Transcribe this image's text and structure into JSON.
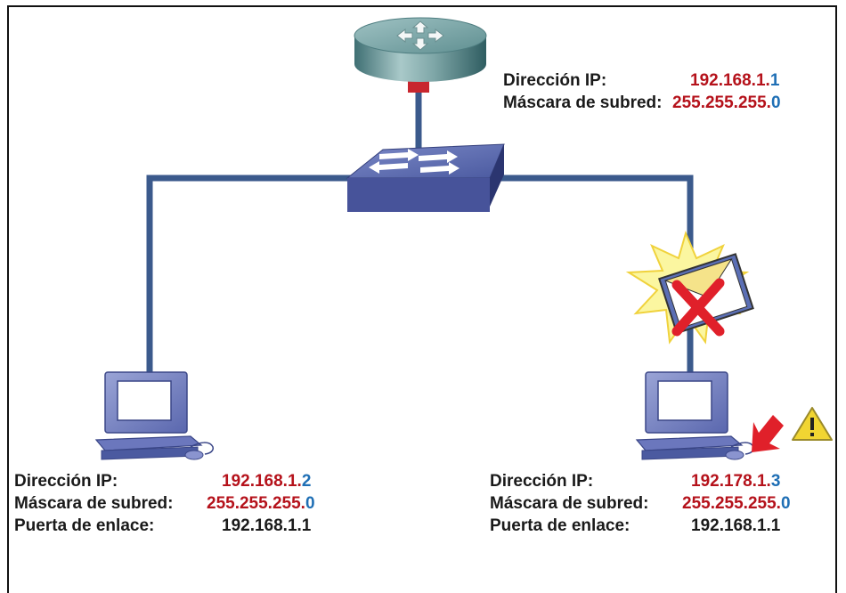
{
  "colors": {
    "cable": "#3b5a8c",
    "net_part": "#b5121b",
    "host_part": "#1f6fb5",
    "error_x": "#e0202a",
    "warning_yellow": "#f1d532"
  },
  "router": {
    "icon": "router-icon",
    "ip_label": "Dirección IP:",
    "ip_net": "192.168.1.",
    "ip_host": "1",
    "mask_label": "Máscara de subred:",
    "mask_net": "255.255.255.",
    "mask_host": "0"
  },
  "switch": {
    "icon": "switch-icon"
  },
  "pc_left": {
    "icon": "computer-icon",
    "ip_label": "Dirección IP:",
    "ip_net": "192.168.1.",
    "ip_host": "2",
    "mask_label": "Máscara de subred:",
    "mask_net": "255.255.255.",
    "mask_host": "0",
    "gw_label": "Puerta de enlace:",
    "gw_value": "192.168.1.1"
  },
  "pc_right": {
    "icon": "computer-icon",
    "ip_label": "Dirección IP:",
    "ip_net": "192.178.1.",
    "ip_host": "3",
    "mask_label": "Máscara de subred:",
    "mask_net": "255.255.255.",
    "mask_host": "0",
    "gw_label": "Puerta de enlace:",
    "gw_value": "192.168.1.1",
    "status_icons": [
      "undelivered-mail-icon",
      "red-arrow-icon",
      "warning-icon"
    ]
  }
}
